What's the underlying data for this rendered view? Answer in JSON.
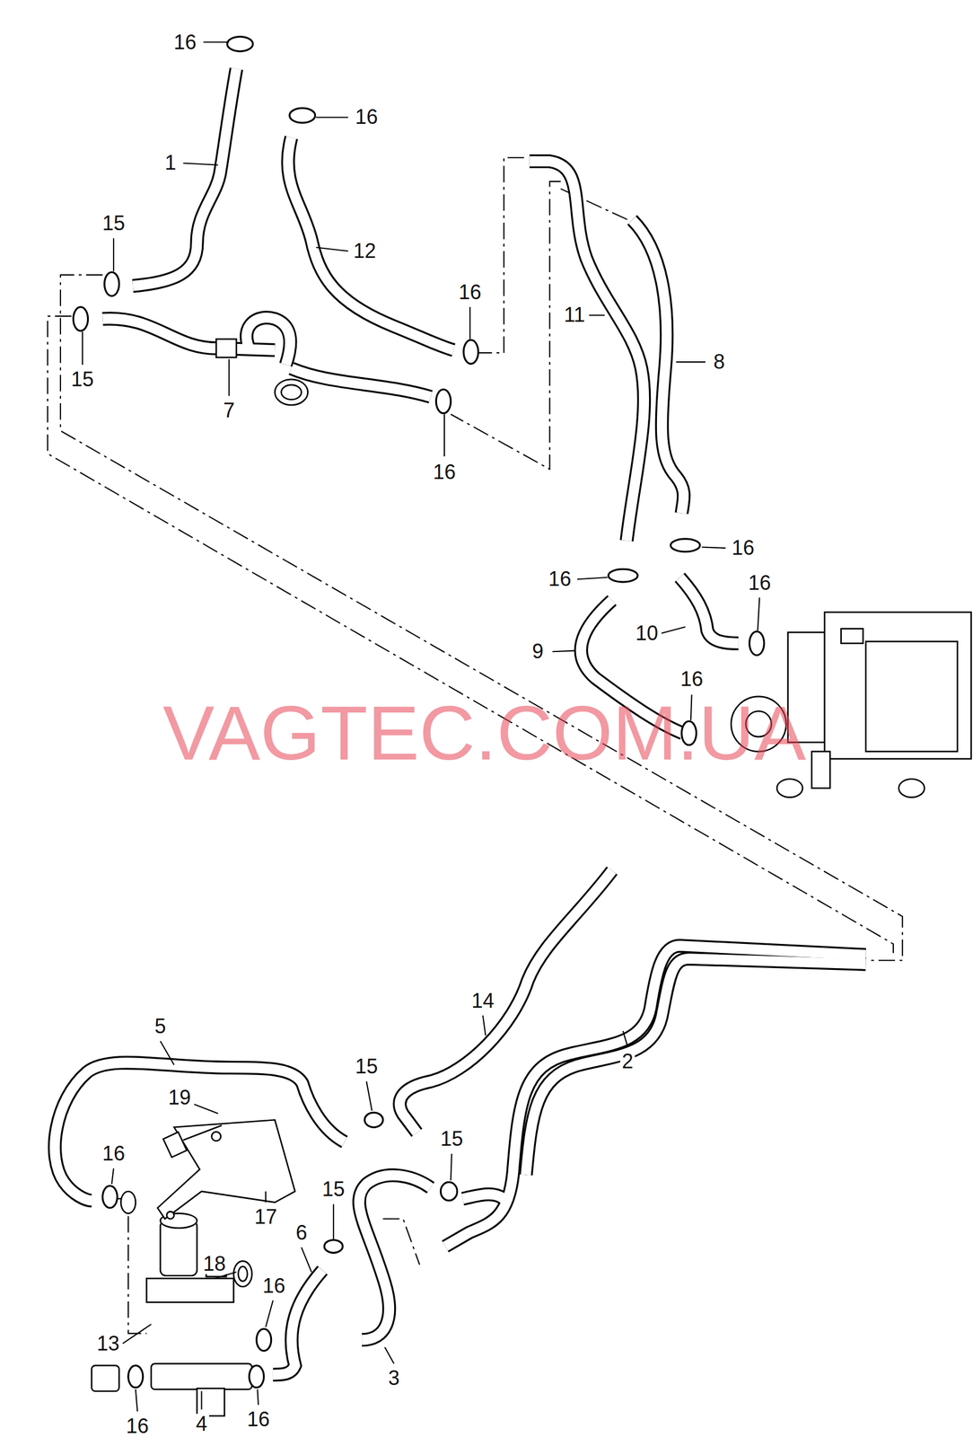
{
  "diagram": {
    "labels": [
      "16",
      "16",
      "1",
      "12",
      "15",
      "16",
      "11",
      "8",
      "15",
      "7",
      "16",
      "16",
      "16",
      "16",
      "10",
      "9",
      "16",
      "VAGTEC.COM.UA",
      "14",
      "5",
      "2",
      "15",
      "19",
      "15",
      "16",
      "15",
      "17",
      "6",
      "18",
      "16",
      "13",
      "3",
      "16",
      "4",
      "16"
    ]
  }
}
